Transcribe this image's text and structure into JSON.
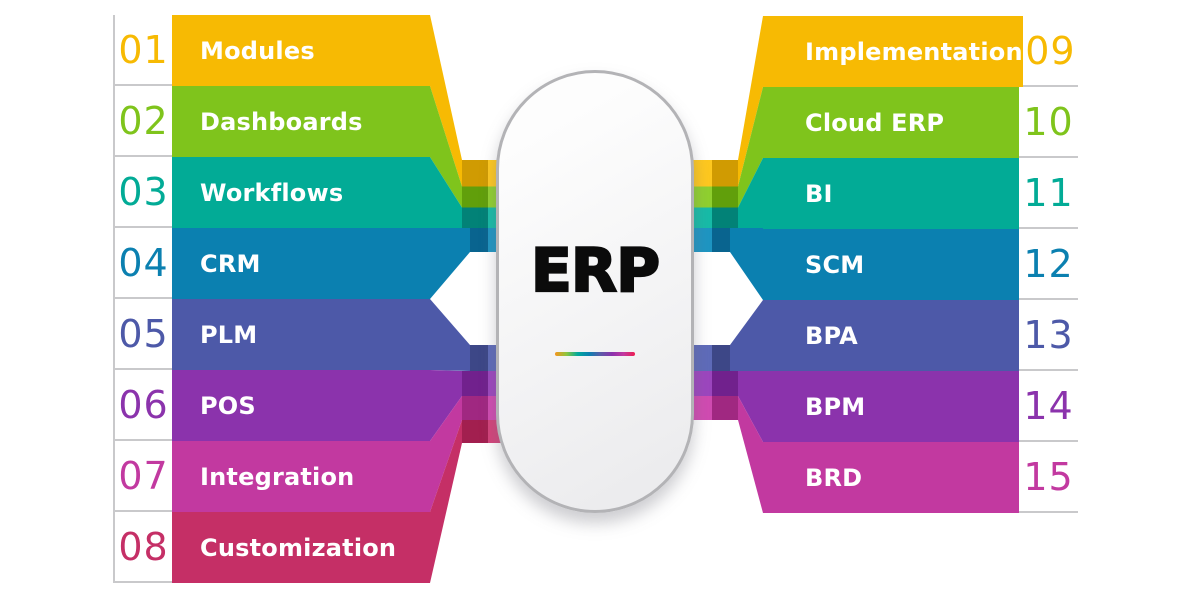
{
  "center": {
    "label": "ERP",
    "rainbow_stops": [
      "#F7941D",
      "#8DC63F",
      "#00A99D",
      "#0B7FB0",
      "#5C5AA8",
      "#8B32AC",
      "#C238A0",
      "#ED1C4F"
    ]
  },
  "left": {
    "rows": [
      {
        "num": "01",
        "label": "Modules",
        "color": "#F7BA03",
        "light": "#FEC81F",
        "dark": "#D09B02"
      },
      {
        "num": "02",
        "label": "Dashboards",
        "color": "#7FC41C",
        "light": "#90D02F",
        "dark": "#619F0B"
      },
      {
        "num": "03",
        "label": "Workflows",
        "color": "#02AB96",
        "light": "#17BBA7",
        "dark": "#028277"
      },
      {
        "num": "04",
        "label": "CRM",
        "color": "#0B80B0",
        "light": "#1E95C2",
        "dark": "#09648F"
      },
      {
        "num": "05",
        "label": "PLM",
        "color": "#4D59A8",
        "light": "#5E6BB9",
        "dark": "#3D4787"
      },
      {
        "num": "06",
        "label": "POS",
        "color": "#8B33AC",
        "light": "#9C46BE",
        "dark": "#71218D"
      },
      {
        "num": "07",
        "label": "Integration",
        "color": "#C239A0",
        "light": "#D04BB1",
        "dark": "#A02881"
      },
      {
        "num": "08",
        "label": "Customization",
        "color": "#C52F66",
        "light": "#D4437B",
        "dark": "#A21F4F"
      }
    ]
  },
  "right": {
    "rows": [
      {
        "num": "09",
        "label": "Implementation",
        "color": "#F7BA03",
        "light": "#FEC81F",
        "dark": "#D09B02"
      },
      {
        "num": "10",
        "label": "Cloud ERP",
        "color": "#7FC41C",
        "light": "#90D02F",
        "dark": "#619F0B"
      },
      {
        "num": "11",
        "label": "BI",
        "color": "#02AB96",
        "light": "#17BBA7",
        "dark": "#028277"
      },
      {
        "num": "12",
        "label": "SCM",
        "color": "#0B80B0",
        "light": "#1E95C2",
        "dark": "#09648F"
      },
      {
        "num": "13",
        "label": "BPA",
        "color": "#4D59A8",
        "light": "#5E6BB9",
        "dark": "#3D4787"
      },
      {
        "num": "14",
        "label": "BPM",
        "color": "#8B33AC",
        "light": "#9C46BE",
        "dark": "#71218D"
      },
      {
        "num": "15",
        "label": "BRD",
        "color": "#C239A0",
        "light": "#D04BB1",
        "dark": "#A02881"
      }
    ]
  },
  "colors": {
    "separator_line": "#C9C9CB",
    "capsule_border": "#B3B3B6",
    "erp_text": "#0B0B0B",
    "background": "#FFFFFF"
  }
}
